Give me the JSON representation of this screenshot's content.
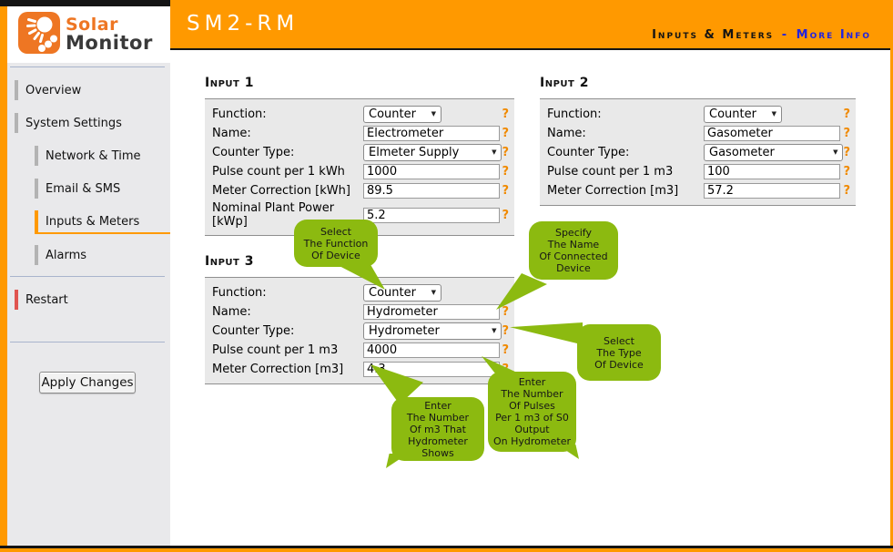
{
  "logo": {
    "word1": "Solar",
    "word2": "Monitor"
  },
  "header": {
    "title": "SM2-RM",
    "section": "Inputs & Meters",
    "separator": "-",
    "more_info": "More Info"
  },
  "icons": {
    "chevron_down": "▼"
  },
  "help_symbol": "?",
  "sidebar": {
    "items": [
      {
        "label": "Overview"
      },
      {
        "label": "System Settings"
      },
      {
        "label": "Network & Time"
      },
      {
        "label": "Email & SMS"
      },
      {
        "label": "Inputs & Meters"
      },
      {
        "label": "Alarms"
      },
      {
        "label": "Restart"
      }
    ],
    "apply_button": "Apply Changes"
  },
  "inputs": [
    {
      "title": "Input 1",
      "rows": [
        {
          "label": "Function:",
          "control": "select",
          "value": "Counter"
        },
        {
          "label": "Name:",
          "control": "text",
          "value": "Electrometer"
        },
        {
          "label": "Counter Type:",
          "control": "select",
          "value": "Elmeter Supply"
        },
        {
          "label": "Pulse count per 1 kWh",
          "control": "text",
          "value": "1000"
        },
        {
          "label": "Meter Correction [kWh]",
          "control": "text",
          "value": "89.5"
        },
        {
          "label": "Nominal Plant Power [kWp]",
          "control": "text",
          "value": "5.2"
        }
      ]
    },
    {
      "title": "Input 2",
      "rows": [
        {
          "label": "Function:",
          "control": "select",
          "value": "Counter"
        },
        {
          "label": "Name:",
          "control": "text",
          "value": "Gasometer"
        },
        {
          "label": "Counter Type:",
          "control": "select",
          "value": "Gasometer"
        },
        {
          "label": "Pulse count per 1 m3",
          "control": "text",
          "value": "100"
        },
        {
          "label": "Meter Correction [m3]",
          "control": "text",
          "value": "57.2"
        }
      ]
    },
    {
      "title": "Input 3",
      "rows": [
        {
          "label": "Function:",
          "control": "select",
          "value": "Counter"
        },
        {
          "label": "Name:",
          "control": "text",
          "value": "Hydrometer"
        },
        {
          "label": "Counter Type:",
          "control": "select",
          "value": "Hydrometer"
        },
        {
          "label": "Pulse count per 1 m3",
          "control": "text",
          "value": "4000"
        },
        {
          "label": "Meter Correction [m3]",
          "control": "text",
          "value": "4.3"
        }
      ]
    }
  ],
  "tooltips": [
    {
      "text": "Select\nThe Function\nOf Device"
    },
    {
      "text": "Specify\nThe Name\nOf Connected\nDevice"
    },
    {
      "text": "Select\nThe Type\nOf Device"
    },
    {
      "text": "Enter\nThe Number\nOf m3 That\nHydrometer\nShows"
    },
    {
      "text": "Enter\nThe Number\nOf Pulses\nPer 1 m3 of S0\nOutput\nOn Hydrometer"
    }
  ],
  "colors": {
    "header_orange": "#FF9900",
    "logo_orange": "#EE7623",
    "bubble_green": "#8CBA10",
    "help_orange": "#F08A00",
    "link_blue": "#2323DF",
    "restart_red": "#E0544F"
  }
}
